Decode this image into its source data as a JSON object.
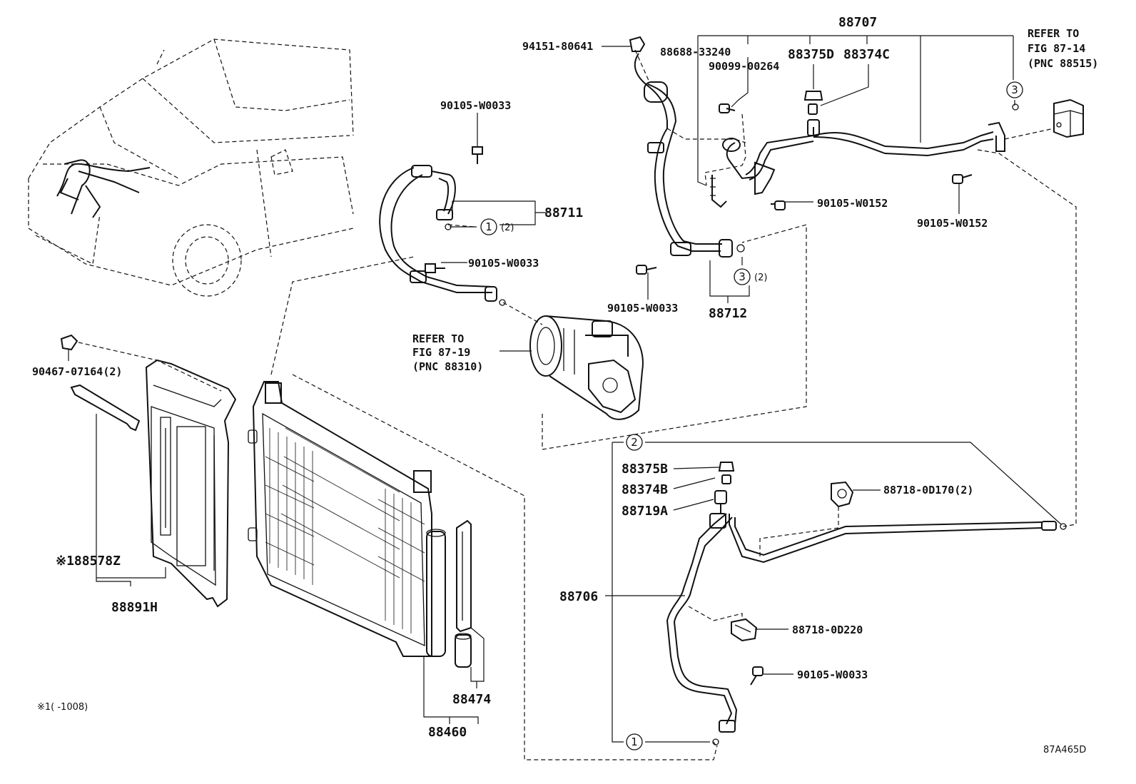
{
  "labels": {
    "p94151": "94151-80641",
    "p88707": "88707",
    "p88688": "88688-33240",
    "p90099": "90099-00264",
    "p88375D": "88375D",
    "p88374C": "88374C",
    "refer1_l1": "REFER TO",
    "refer1_l2": "FIG 87-14",
    "refer1_l3": "(PNC 88515)",
    "p90105_w0033_a": "90105-W0033",
    "p88711": "88711",
    "qty_1_a": "(2)",
    "p90105_w0033_b": "90105-W0033",
    "p90105_w0152_a": "90105-W0152",
    "p90105_w0152_b": "90105-W0152",
    "p90105_w0033_c": "90105-W0033",
    "p88712": "88712",
    "qty_3_a": "(2)",
    "refer2_l1": "REFER TO",
    "refer2_l2": "FIG 87-19",
    "refer2_l3": "(PNC 88310)",
    "p90467": "90467-07164(2)",
    "p88578Z": "※188578Z",
    "p88891H": "88891H",
    "p88375B": "88375B",
    "p88374B": "88374B",
    "p88719A": "88719A",
    "p88718_0D170": "88718-0D170(2)",
    "p88706": "88706",
    "p88718_0D220": "88718-0D220",
    "p90105_w0033_d": "90105-W0033",
    "p88474": "88474",
    "p88460": "88460",
    "footnote": "※1(     -1008)",
    "figure_code": "87A465D",
    "circle1": "1",
    "circle2": "2",
    "circle3": "3"
  }
}
